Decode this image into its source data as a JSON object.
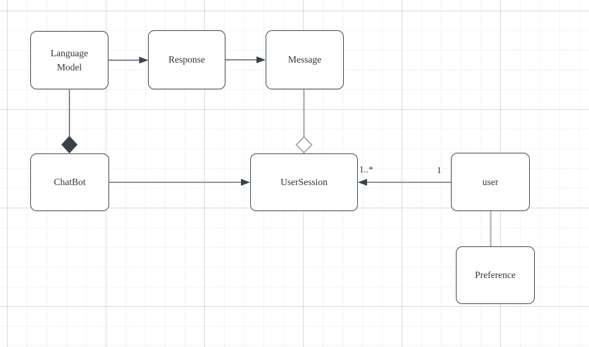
{
  "diagram": {
    "kind": "uml-class-diagram",
    "nodes": [
      {
        "id": "language-model",
        "label": "Language Model"
      },
      {
        "id": "response",
        "label": "Response"
      },
      {
        "id": "message",
        "label": "Message"
      },
      {
        "id": "chatbot",
        "label": "ChatBot"
      },
      {
        "id": "usersession",
        "label": "UserSession"
      },
      {
        "id": "user",
        "label": "user"
      },
      {
        "id": "preference",
        "label": "Preference"
      }
    ],
    "edges": [
      {
        "from": "Language Model",
        "to": "Response",
        "type": "directed-arrow"
      },
      {
        "from": "Response",
        "to": "Message",
        "type": "directed-arrow"
      },
      {
        "from": "Language Model",
        "to": "ChatBot",
        "type": "composition-filled-diamond"
      },
      {
        "from": "Message",
        "to": "UserSession",
        "type": "aggregation-open-diamond"
      },
      {
        "from": "ChatBot",
        "to": "UserSession",
        "type": "directed-arrow"
      },
      {
        "from": "user",
        "to": "UserSession",
        "type": "directed-arrow",
        "source_multiplicity": "1",
        "target_multiplicity": "1..*"
      },
      {
        "from": "user",
        "to": "Preference",
        "type": "association-plain-line"
      }
    ],
    "colors": {
      "canvas_background": "#ffffff",
      "grid_minor": "#f1f2f3",
      "grid_major": "#e3e4e6",
      "node_fill": "#ffffff",
      "node_border": "#434c56",
      "node_text": "#2f363d",
      "connector_dark": "#5a636e",
      "connector_gray": "#a9acb0",
      "arrowhead_fill": "#38424d",
      "composition_diamond_fill": "#38424d",
      "aggregation_diamond_stroke": "#9aa0a6"
    }
  }
}
